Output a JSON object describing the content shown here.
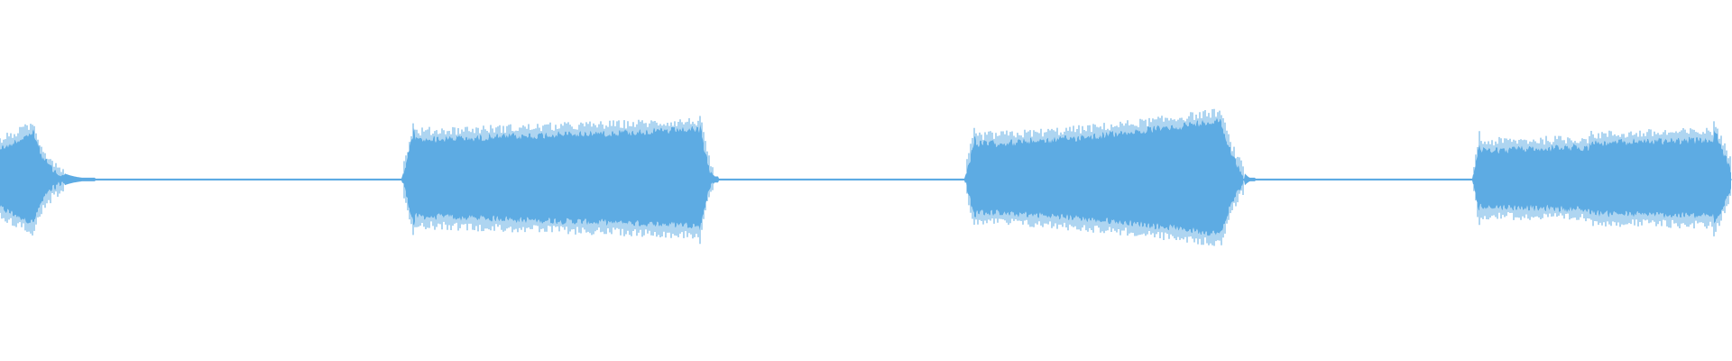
{
  "waveform": {
    "color": "#5dabe3",
    "background": "#ffffff",
    "amplitude_max": 1.0,
    "segments": [
      {
        "name": "burst-1",
        "start": 0.0,
        "end": 0.055,
        "shape": "decay-start"
      },
      {
        "name": "burst-2",
        "start": 0.232,
        "end": 0.415,
        "shape": "sustain"
      },
      {
        "name": "burst-3",
        "start": 0.557,
        "end": 0.725,
        "shape": "sustain-swell"
      },
      {
        "name": "burst-4",
        "start": 0.85,
        "end": 1.0,
        "shape": "sustain-cut"
      }
    ]
  }
}
